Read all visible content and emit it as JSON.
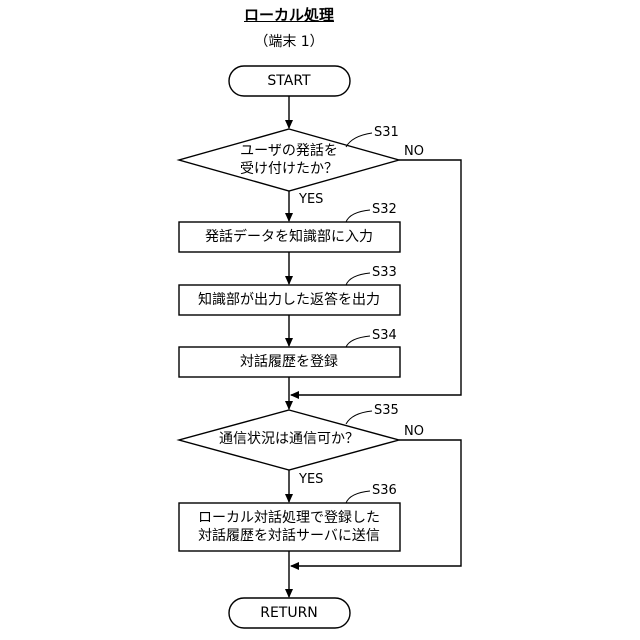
{
  "header": {
    "title": "ローカル処理",
    "subtitle": "（端末 1）"
  },
  "flow": {
    "start": "START",
    "end": "RETURN",
    "s31": {
      "id": "S31",
      "line1": "ユーザの発話を",
      "line2": "受け付けたか？",
      "yes": "YES",
      "no": "NO"
    },
    "s32": {
      "id": "S32",
      "text": "発話データを知識部に入力"
    },
    "s33": {
      "id": "S33",
      "text": "知識部が出力した返答を出力"
    },
    "s34": {
      "id": "S34",
      "text": "対話履歴を登録"
    },
    "s35": {
      "id": "S35",
      "text": "通信状況は通信可か？",
      "yes": "YES",
      "no": "NO"
    },
    "s36": {
      "id": "S36",
      "line1": "ローカル対話処理で登録した",
      "line2": "対話履歴を対話サーバに送信"
    }
  }
}
